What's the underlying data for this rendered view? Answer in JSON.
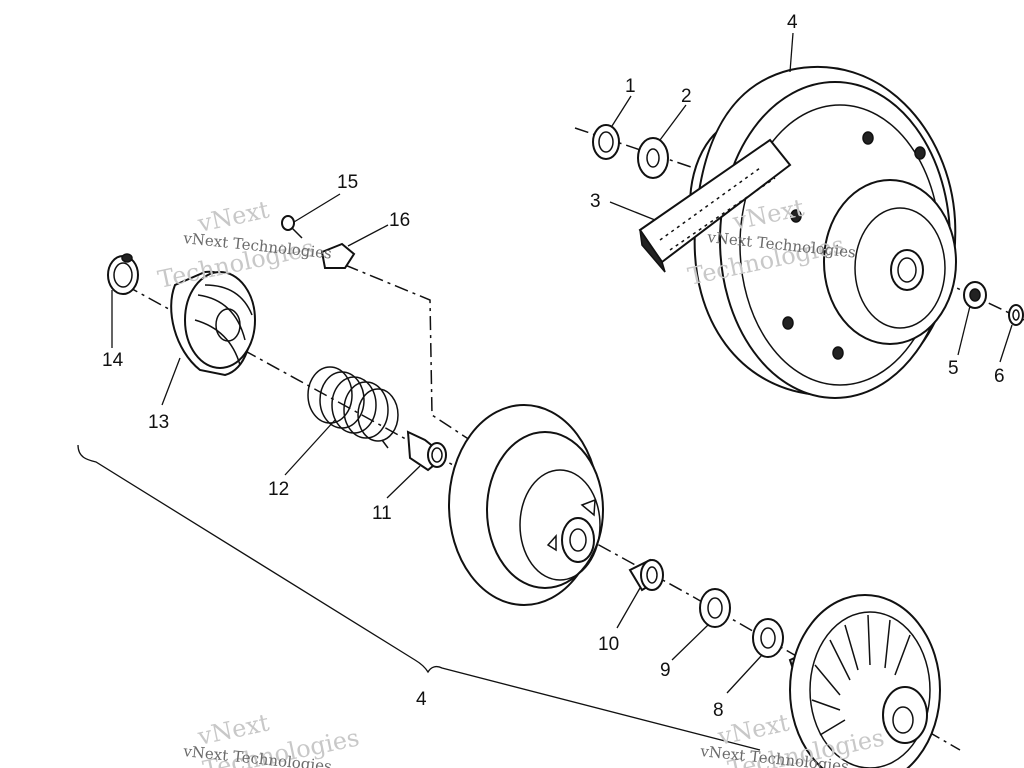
{
  "callouts": {
    "c1": "1",
    "c2": "2",
    "c3": "3",
    "c4_top": "4",
    "c5": "5",
    "c6": "6",
    "c8": "8",
    "c9": "9",
    "c10": "10",
    "c11": "11",
    "c12": "12",
    "c13": "13",
    "c14": "14",
    "c15": "15",
    "c16": "16",
    "c4_bottom": "4"
  },
  "watermarks": {
    "w1_big": "vNext",
    "w1_big2": "Technologies",
    "w1_small": "vNext Technologies",
    "w2_big": "vNext",
    "w2_big2": "Technologies",
    "w2_small": "vNext Technologies",
    "w3_big": "vNext",
    "w3_big2": "Technologies",
    "w3_small": "vNext Technologies",
    "w4_big": "vNext",
    "w4_big2": "Technologies",
    "w4_small": "vNext Technologies"
  }
}
